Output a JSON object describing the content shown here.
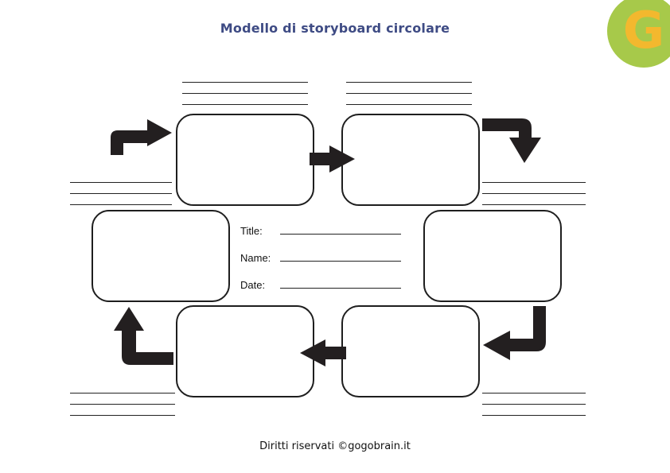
{
  "header": {
    "title": "Modello di storyboard circolare",
    "logo_letter": "G"
  },
  "fields": [
    {
      "label": "Title:"
    },
    {
      "label": "Name:"
    },
    {
      "label": "Date:"
    }
  ],
  "footer": {
    "copyright": "Diritti riservati ©gogobrain.it"
  },
  "colors": {
    "title": "#3e4b84",
    "arrow": "#231f20",
    "logo_circle": "#a7c94a",
    "logo_letter": "#f3b82e"
  }
}
